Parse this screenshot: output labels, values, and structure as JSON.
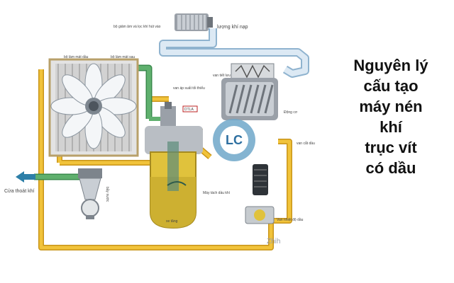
{
  "labels": {
    "intake_filter_note": "bộ giảm âm và lọc khí hút vào",
    "intake_air": "lượng khí nạp",
    "oil_cooler": "bộ làm mát dầu",
    "after_cooler": "bộ làm mát sau",
    "intake_valve": "van tiết lưu",
    "min_pressure_valve": "van áp suất tối thiểu",
    "motor": "Động cơ",
    "oil_stop_valve": "van cắt dầu",
    "outlet": "Cửa thoát khí",
    "water_trap": "bẫy nước",
    "separator": "Máy tách dầu khí",
    "oil_tank": "xe tăng",
    "thermostat_valve": "Van nhiệt độ dầu",
    "valve_tag": "DTLA",
    "watermark": "Zhih"
  },
  "title_lines": [
    "Nguyên lý",
    "cấu tạo",
    "máy nén",
    "khí",
    "trục vít",
    "có dầu"
  ]
}
